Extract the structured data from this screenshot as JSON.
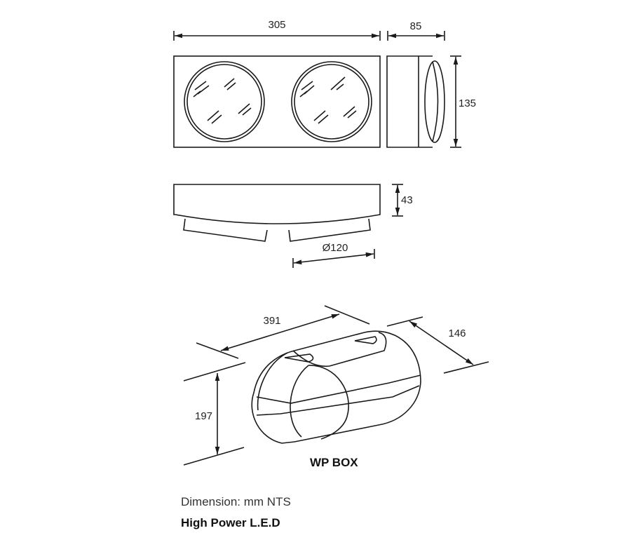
{
  "dimensions": {
    "front_width": "305",
    "side_depth": "85",
    "height": "135",
    "bottom_depth": "43",
    "lens_diameter": "Ø120",
    "iso_length": "391",
    "iso_depth": "146",
    "iso_height": "197"
  },
  "labels": {
    "product": "WP BOX",
    "units": "Dimension: mm NTS",
    "type": "High Power L.E.D"
  }
}
